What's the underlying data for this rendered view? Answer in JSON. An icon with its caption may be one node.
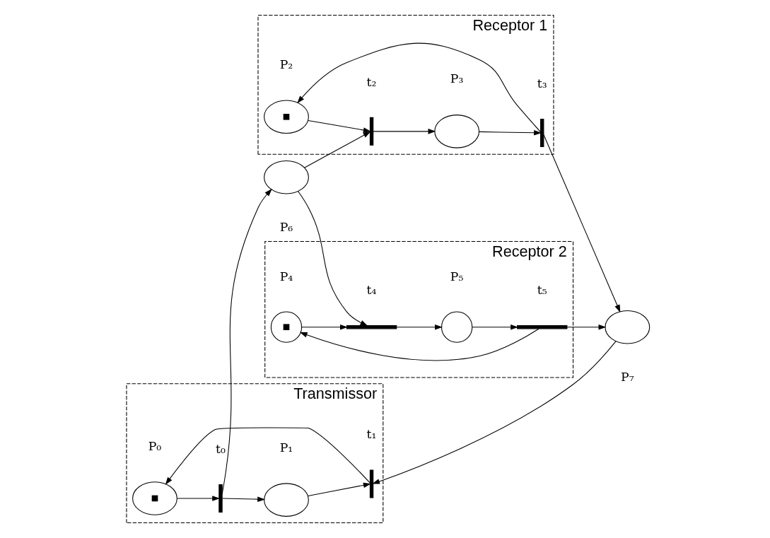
{
  "diagram": {
    "nodes": [
      {
        "text": [
          "Receptor 1"
        ]
      },
      {
        "text": [],
        "shape": "ellipse",
        "beside": [
          "P₂"
        ],
        "in": 0
      },
      {
        "text": [],
        "shape": "bar",
        "beside": [
          "t₂"
        ],
        "in": 0
      },
      {
        "text": [],
        "shape": "ellipse",
        "beside": [
          "P₃"
        ],
        "in": 0
      },
      {
        "text": [],
        "shape": "bar",
        "beside": [
          "t₃"
        ],
        "in": 0
      },
      {
        "text": [
          "Receptor 2"
        ]
      },
      {
        "text": [],
        "shape": "bar",
        "beside": [
          "t₅"
        ],
        "in": 5
      },
      {
        "text": [],
        "shape": "circle",
        "beside": [
          "P₅"
        ],
        "in": 5
      },
      {
        "text": [],
        "shape": "ellipse",
        "beside": [
          "P₇"
        ]
      },
      {
        "text": [],
        "shape": "ellipse",
        "beside": [
          "P₆"
        ]
      },
      {
        "text": [],
        "shape": "bar",
        "beside": [
          "t₄"
        ],
        "in": 5
      },
      {
        "text": [
          "Transmissor"
        ]
      },
      {
        "text": [],
        "shape": "ellipse",
        "beside": [
          "P₀"
        ],
        "in": 11
      },
      {
        "text": [],
        "shape": "bar",
        "beside": [
          "t₀"
        ],
        "in": 11
      },
      {
        "text": [],
        "shape": "ellipse",
        "beside": [
          "P₁"
        ],
        "in": 11
      },
      {
        "text": [],
        "shape": "bar",
        "beside": [
          "t₁"
        ],
        "in": 11
      },
      {
        "text": [],
        "shape": "circle",
        "beside": [
          "P₄"
        ],
        "in": 5
      }
    ],
    "edges": [
      {
        "from": 1,
        "to": 2,
        "arrow": "to"
      },
      {
        "from": 2,
        "to": 3,
        "arrow": "to"
      },
      {
        "from": 3,
        "to": 4,
        "arrow": "to"
      },
      {
        "from": 4,
        "to": 1,
        "arrow": "to"
      },
      {
        "from": 4,
        "to": 8,
        "arrow": "to"
      },
      {
        "from": 9,
        "to": 2,
        "arrow": "to"
      },
      {
        "from": 6,
        "to": 8,
        "arrow": "to"
      },
      {
        "from": 6,
        "to": 16,
        "arrow": "to"
      },
      {
        "from": 7,
        "to": 6,
        "arrow": "to"
      },
      {
        "from": 10,
        "to": 7,
        "arrow": "to"
      },
      {
        "from": 16,
        "to": 10,
        "arrow": "to"
      },
      {
        "from": 9,
        "to": 10,
        "arrow": "to"
      },
      {
        "from": 13,
        "to": 9,
        "arrow": "to"
      },
      {
        "from": 12,
        "to": 13,
        "arrow": "to"
      },
      {
        "from": 13,
        "to": 14,
        "arrow": "to"
      },
      {
        "from": 14,
        "to": 15,
        "arrow": "to"
      },
      {
        "from": 8,
        "to": 15,
        "arrow": "to"
      },
      {
        "from": 15,
        "to": 12,
        "arrow": "to"
      }
    ]
  }
}
